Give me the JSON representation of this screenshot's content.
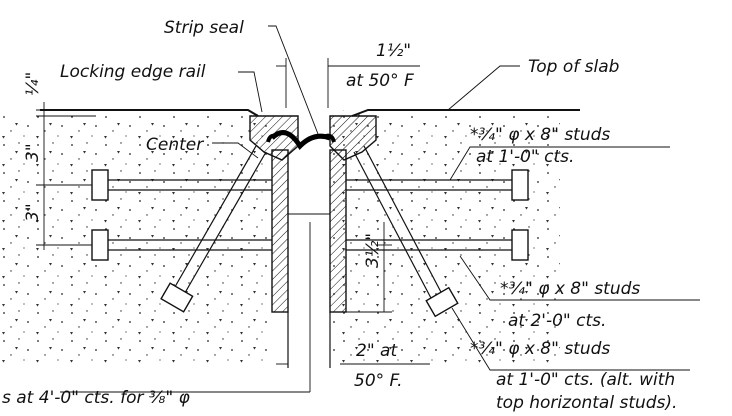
{
  "labels": {
    "strip_seal": "Strip seal",
    "locking_edge_rail": "Locking edge rail",
    "gap_dim_top": "1½\"",
    "gap_dim_top_temp": "at 50° F",
    "top_of_slab": "Top of slab",
    "dim_quarter": "¼\"",
    "center": "Center",
    "studs_1": "*¾\" φ x 8\" studs",
    "studs_1_spacing": "at 1'-0\" cts.",
    "dim_3_upper": "3\"",
    "dim_3_lower": "3\"",
    "dim_3_half": "3½\"",
    "studs_2": "*¾\" φ x 8\" studs",
    "studs_2_spacing": "at 2'-0\" cts.",
    "studs_3": "*¾\" φ x 8\" studs",
    "studs_3_spacing": "at 1'-0\" cts. (alt. with",
    "studs_3_note": "top horizontal studs).",
    "gap_dim_bottom": "2\" at",
    "gap_dim_bottom_temp": "50° F.",
    "bottom_note": "s at 4'-0\" cts. for ⅜\" φ"
  },
  "colors": {
    "ink": "#111111",
    "background": "#ffffff"
  }
}
